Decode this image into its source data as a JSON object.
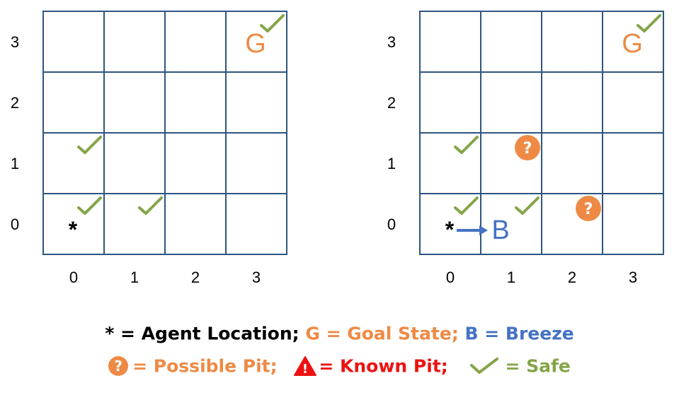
{
  "colors": {
    "grid": "#2e5580",
    "goal": "#ee8a45",
    "breeze": "#4472c4",
    "safe": "#84a548",
    "known_pit": "#ee1111",
    "text": "#000000"
  },
  "left_grid": {
    "row_labels": [
      "3",
      "2",
      "1",
      "0"
    ],
    "col_labels": [
      "0",
      "1",
      "2",
      "3"
    ],
    "marks": [
      {
        "type": "goal",
        "col": 3,
        "row": 3,
        "text": "G"
      },
      {
        "type": "safe",
        "col": 3,
        "row": 3
      },
      {
        "type": "safe",
        "col": 0,
        "row": 1
      },
      {
        "type": "safe",
        "col": 0,
        "row": 0
      },
      {
        "type": "safe",
        "col": 1,
        "row": 0
      },
      {
        "type": "agent",
        "col": 0,
        "row": 0,
        "text": "*"
      }
    ]
  },
  "right_grid": {
    "row_labels": [
      "3",
      "2",
      "1",
      "0"
    ],
    "col_labels": [
      "0",
      "1",
      "2",
      "3"
    ],
    "marks": [
      {
        "type": "goal",
        "col": 3,
        "row": 3,
        "text": "G"
      },
      {
        "type": "safe",
        "col": 3,
        "row": 3
      },
      {
        "type": "safe",
        "col": 0,
        "row": 1
      },
      {
        "type": "possible-pit",
        "col": 1,
        "row": 1,
        "text": "?"
      },
      {
        "type": "safe",
        "col": 0,
        "row": 0
      },
      {
        "type": "agent",
        "col": 0,
        "row": 0,
        "text": "*"
      },
      {
        "type": "breeze",
        "col": 1,
        "row": 0,
        "text": "B"
      },
      {
        "type": "safe",
        "col": 1,
        "row": 0
      },
      {
        "type": "possible-pit",
        "col": 2,
        "row": 0,
        "text": "?"
      }
    ]
  },
  "legend": {
    "agent": "* = Agent Location;",
    "goal": "G = Goal State;",
    "breeze": "B = Breeze",
    "possible_pit": "= Possible Pit;",
    "possible_pit_symbol": "?",
    "known_pit_symbol": "!",
    "known_pit": "= Known Pit;",
    "safe": "= Safe"
  }
}
